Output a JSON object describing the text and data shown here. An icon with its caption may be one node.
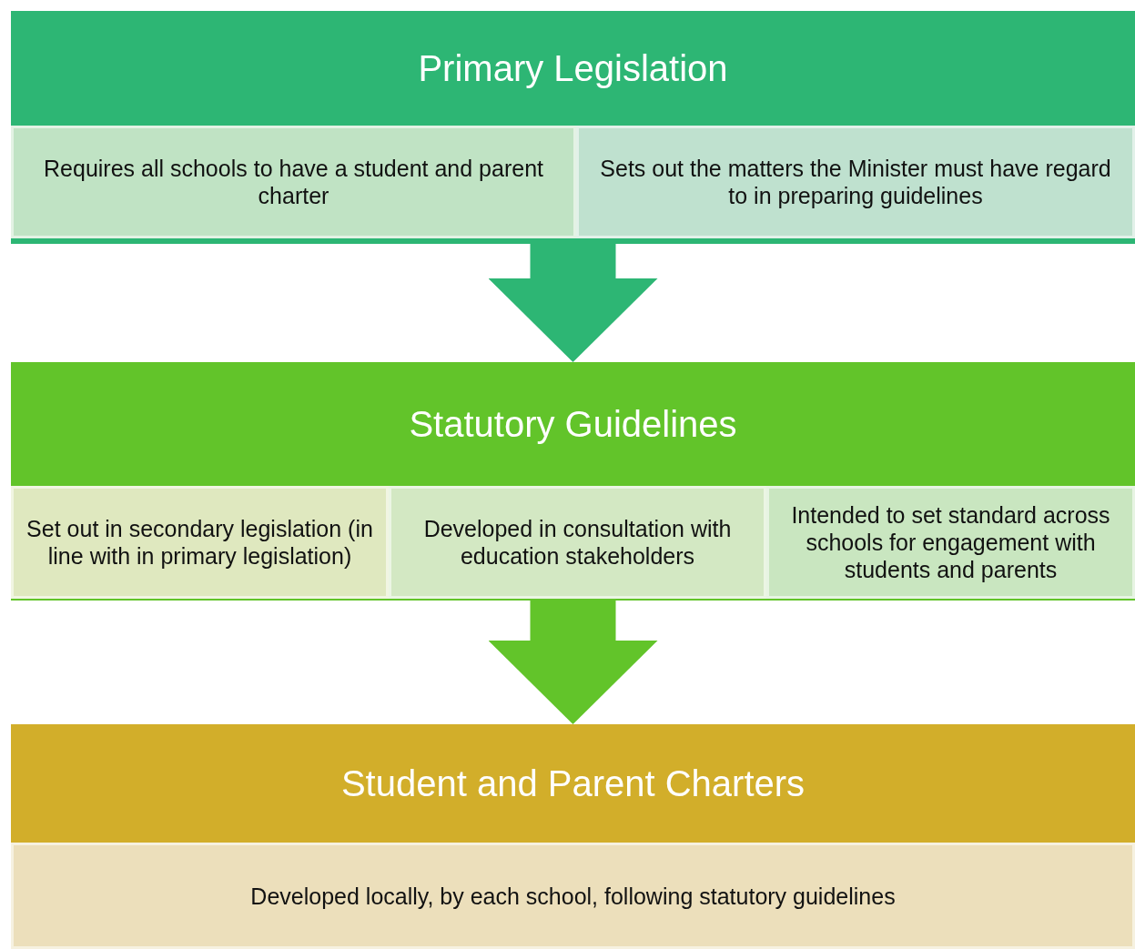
{
  "diagram": {
    "nodes": [
      {
        "text": [
          "Primary Legislation"
        ]
      },
      {
        "text": [
          "Requires all schools to have a student and parent charter"
        ],
        "in": 0
      },
      {
        "text": [
          "Sets out the matters the Minister must have regard to in preparing guidelines"
        ],
        "in": 0
      },
      {
        "text": [
          "Statutory Guidelines"
        ]
      },
      {
        "text": [
          "Set out in secondary legislation (in line with in primary legislation)"
        ],
        "in": 3
      },
      {
        "text": [
          "Developed in consultation with education stakeholders"
        ],
        "in": 3
      },
      {
        "text": [
          "Intended to set standard across schools for engagement with students and parents"
        ],
        "in": 3
      },
      {
        "text": [
          "Student and Parent Charters"
        ]
      },
      {
        "text": [
          "Developed locally, by each school, following statutory guidelines"
        ],
        "in": 7
      }
    ],
    "edges": [
      {
        "from": 0,
        "to": 3,
        "arrow": "to",
        "color": "#2db674"
      },
      {
        "from": 3,
        "to": 7,
        "arrow": "to",
        "color": "#62c42a"
      }
    ]
  }
}
